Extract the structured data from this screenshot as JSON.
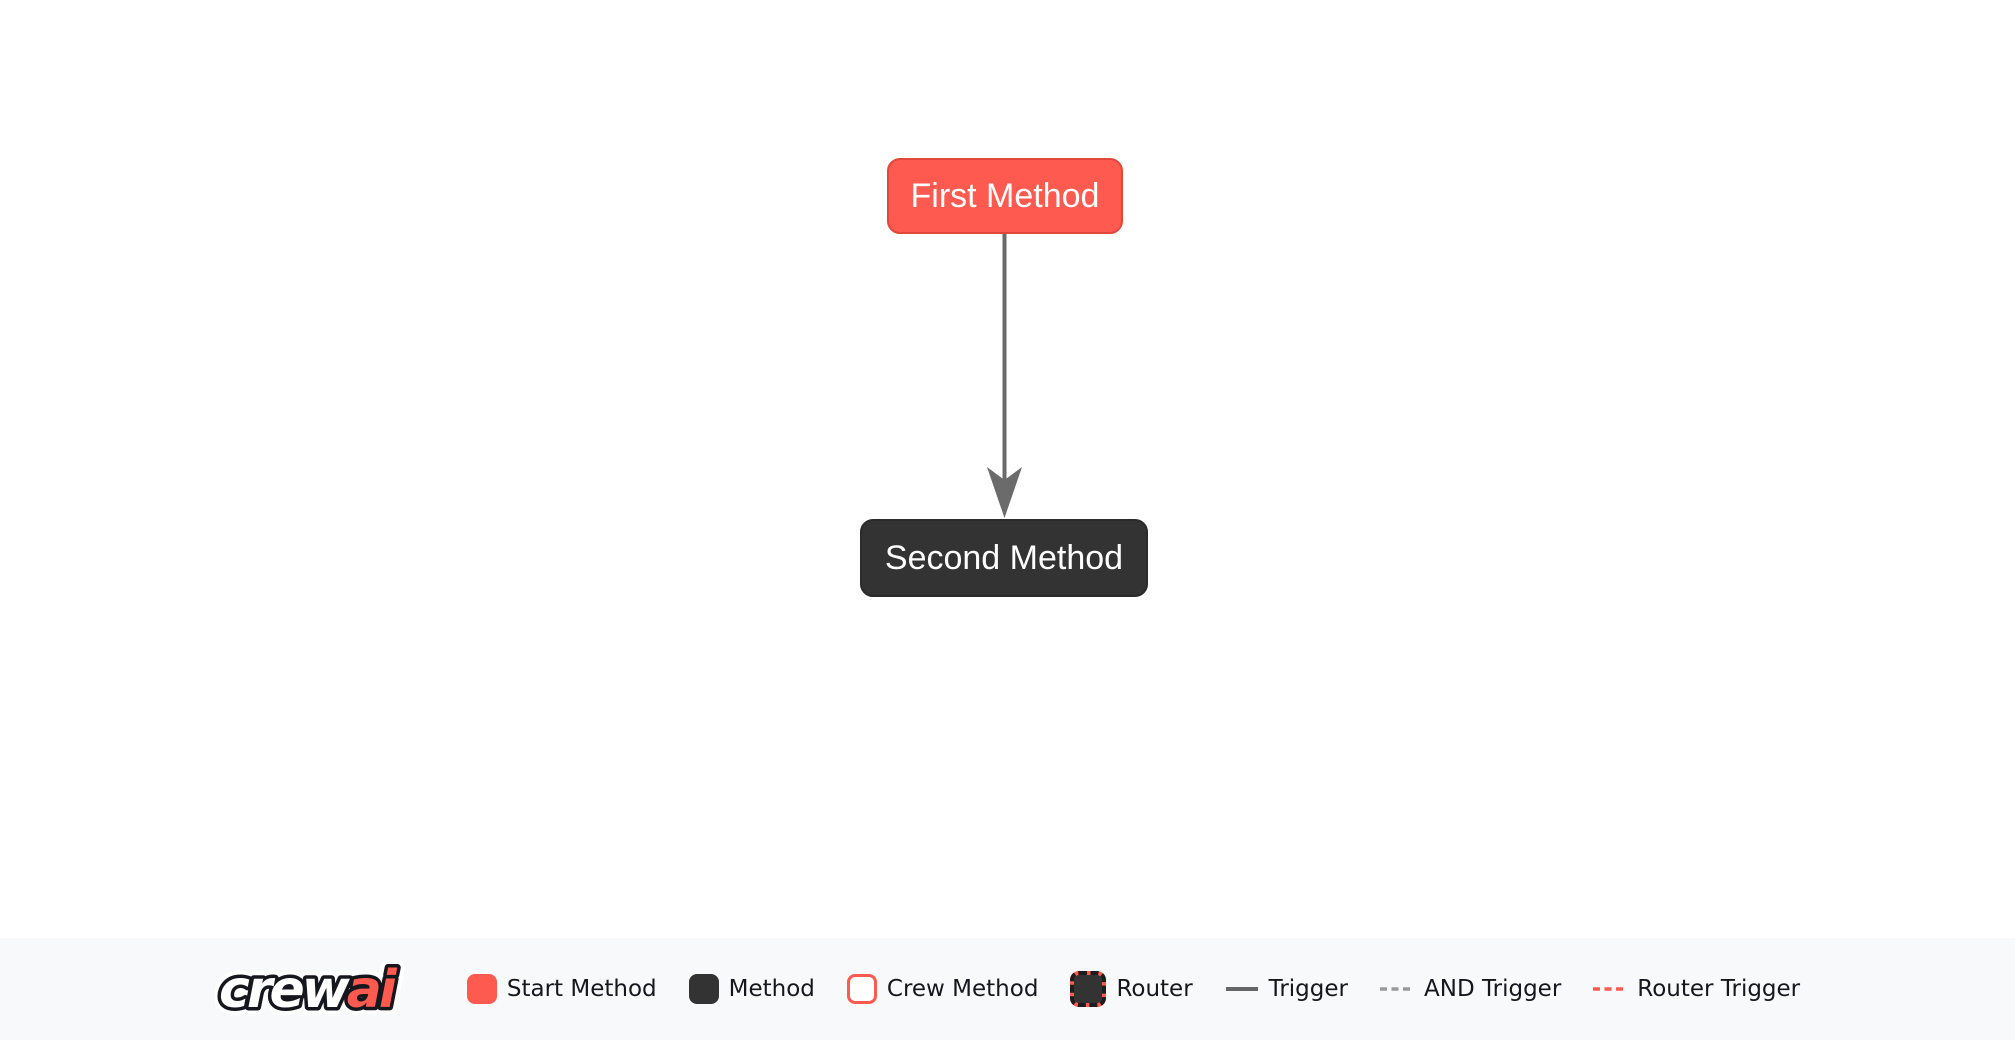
{
  "flow": {
    "nodes": [
      {
        "label": "First Method",
        "type": "start-method"
      },
      {
        "label": "Second Method",
        "type": "method"
      }
    ],
    "edges": [
      {
        "from": "First Method",
        "to": "Second Method",
        "type": "trigger"
      }
    ]
  },
  "footer": {
    "logo": {
      "part1": "crew",
      "part2": "ai"
    },
    "legend": [
      {
        "label": "Start Method",
        "swatch": "start-method-swatch"
      },
      {
        "label": "Method",
        "swatch": "method-swatch"
      },
      {
        "label": "Crew Method",
        "swatch": "crew-method-swatch"
      },
      {
        "label": "Router",
        "swatch": "router-swatch"
      },
      {
        "label": "Trigger",
        "swatch": "trigger-line"
      },
      {
        "label": "AND Trigger",
        "swatch": "and-trigger-line"
      },
      {
        "label": "Router Trigger",
        "swatch": "router-trigger-line"
      }
    ]
  },
  "colors": {
    "start": "#FF5A50",
    "start-border": "#E0483C",
    "method": "#333333",
    "method-border": "#2B2B2B",
    "edge": "#6B6B6B",
    "trigger-line": "#666666",
    "and-trigger-line": "#999999",
    "router-trigger-line": "#FF5A50",
    "footer-bg": "#F8F9FA",
    "node-text": "#FFFFFF",
    "legend-text": "#16161D"
  }
}
